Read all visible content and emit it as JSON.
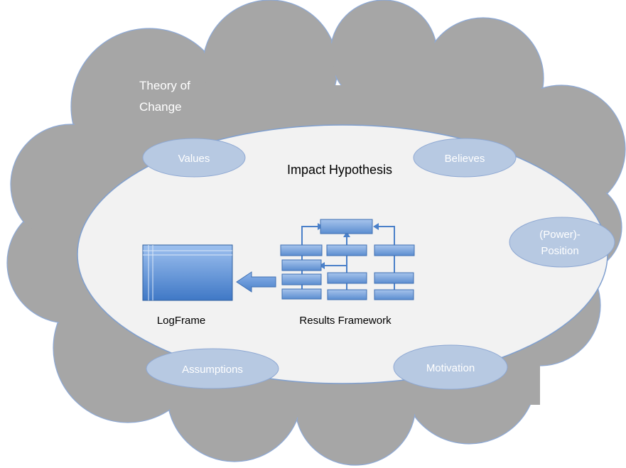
{
  "cloud_title_line1": "Theory of",
  "cloud_title_line2": "Change",
  "impact_hypothesis": "Impact Hypothesis",
  "bubbles": {
    "values": "Values",
    "believes": "Believes",
    "power_line1": "(Power)-",
    "power_line2": "Position",
    "assumptions": "Assumptions",
    "motivation": "Motivation"
  },
  "logframe_label": "LogFrame",
  "results_framework_label": "Results Framework",
  "colors": {
    "cloud_fill": "#a6a6a6",
    "cloud_stroke": "#8da9d6",
    "ellipse_fill": "#f2f2f2",
    "bubble_fill": "#b7c9e2",
    "bubble_text": "#ffffff",
    "box_blue": "#4f81bd",
    "box_light": "#8fb3e5"
  }
}
